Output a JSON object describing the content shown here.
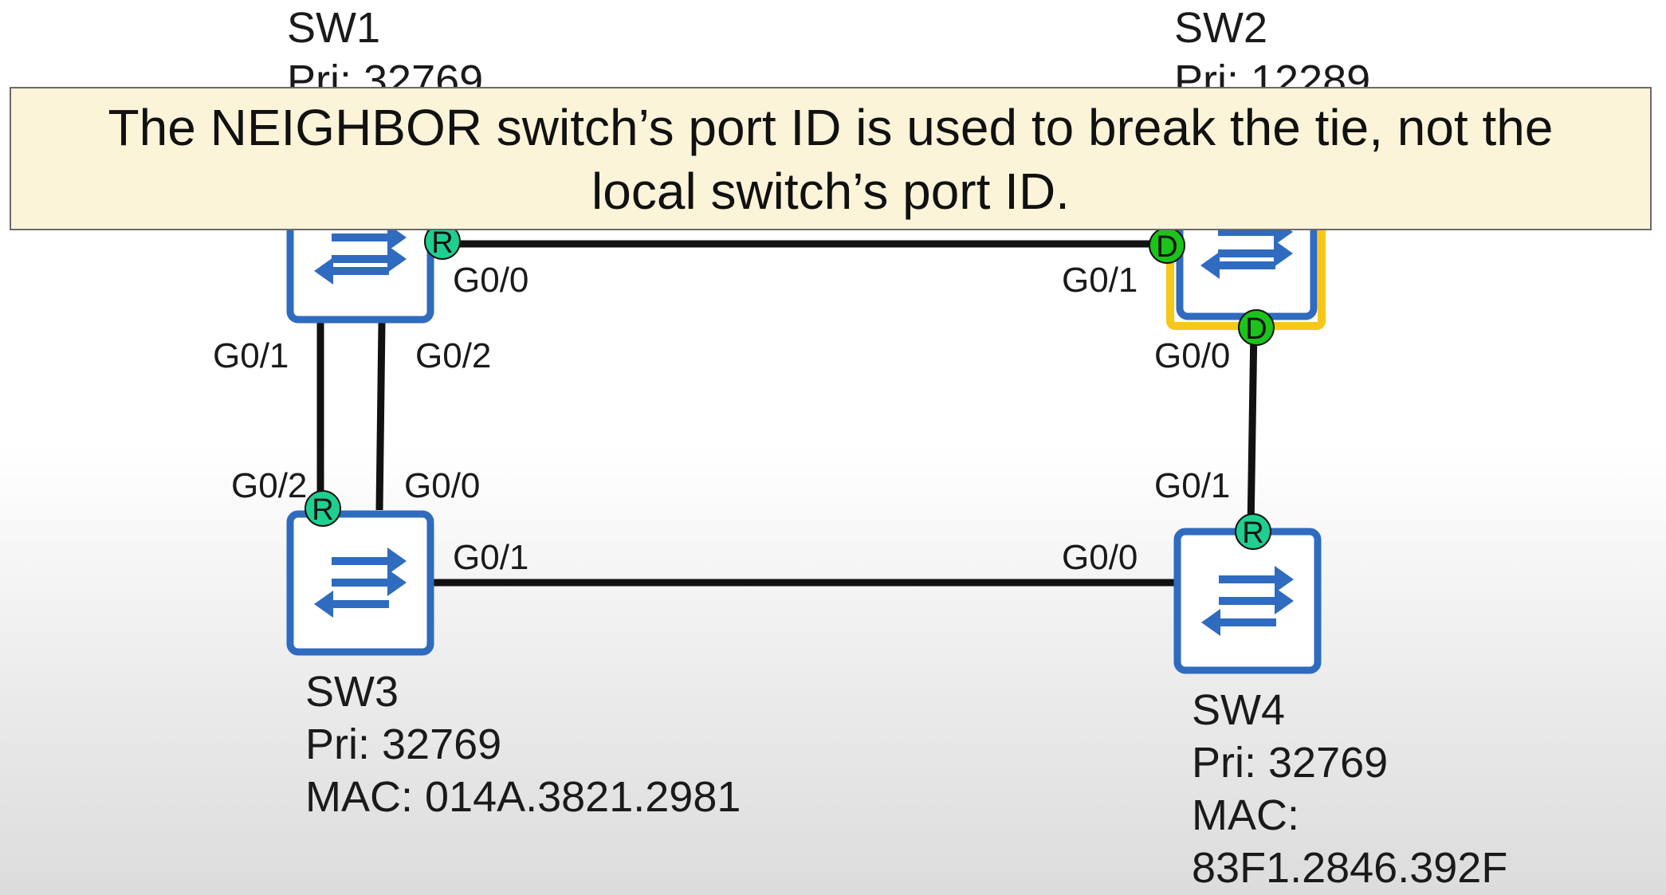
{
  "switches": {
    "sw1": {
      "name": "SW1",
      "pri": "Pri: 32769"
    },
    "sw2": {
      "name": "SW2",
      "pri": "Pri: 12289"
    },
    "sw3": {
      "name": "SW3",
      "pri": "Pri: 32769",
      "mac": "MAC: 014A.3821.2981"
    },
    "sw4": {
      "name": "SW4",
      "pri": "Pri: 32769",
      "mac_label": "MAC:",
      "mac": "83F1.2846.392F"
    }
  },
  "ports": {
    "sw1_g00": "G0/0",
    "sw1_g01": "G0/1",
    "sw1_g02": "G0/2",
    "sw2_g01": "G0/1",
    "sw2_g00": "G0/0",
    "sw3_g02": "G0/2",
    "sw3_g00": "G0/0",
    "sw3_g01": "G0/1",
    "sw4_g01": "G0/1",
    "sw4_g00": "G0/0"
  },
  "port_roles": {
    "root": "R",
    "designated": "D"
  },
  "callout": {
    "line1": "The NEIGHBOR switch’s port ID is used to break the tie, not the",
    "line2": "local switch’s port ID."
  },
  "colors": {
    "switch_blue": "#2f6bbf",
    "root_bridge_highlight": "#f7c81a",
    "root_port": "#1fcf8f",
    "designated_port": "#1bc31b",
    "link": "#111111"
  }
}
